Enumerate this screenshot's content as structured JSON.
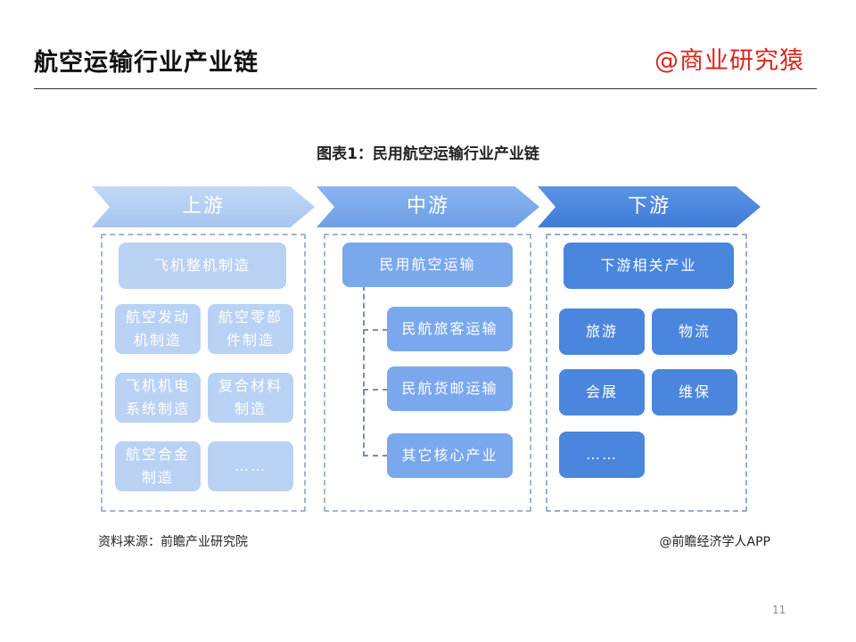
{
  "header": {
    "title": "航空运输行业产业链",
    "brand": "@商业研究猿"
  },
  "figure": {
    "title": "图表1：民用航空运输行业产业链",
    "stages": [
      {
        "label": "上游",
        "items": [
          "飞机整机制造",
          "航空发动机制造",
          "航空零部件制造",
          "飞机机电系统制造",
          "复合材料制造",
          "航空合金制造",
          "……"
        ]
      },
      {
        "label": "中游",
        "items": [
          "民用航空运输",
          "民航旅客运输",
          "民航货邮运输",
          "其它核心产业"
        ]
      },
      {
        "label": "下游",
        "items": [
          "下游相关产业",
          "旅游",
          "物流",
          "会展",
          "维保",
          "……"
        ]
      }
    ],
    "source_left": "资料来源：前瞻产业研究院",
    "source_right": "@前瞻经济学人APP"
  },
  "footer": {
    "page_number": "11"
  }
}
